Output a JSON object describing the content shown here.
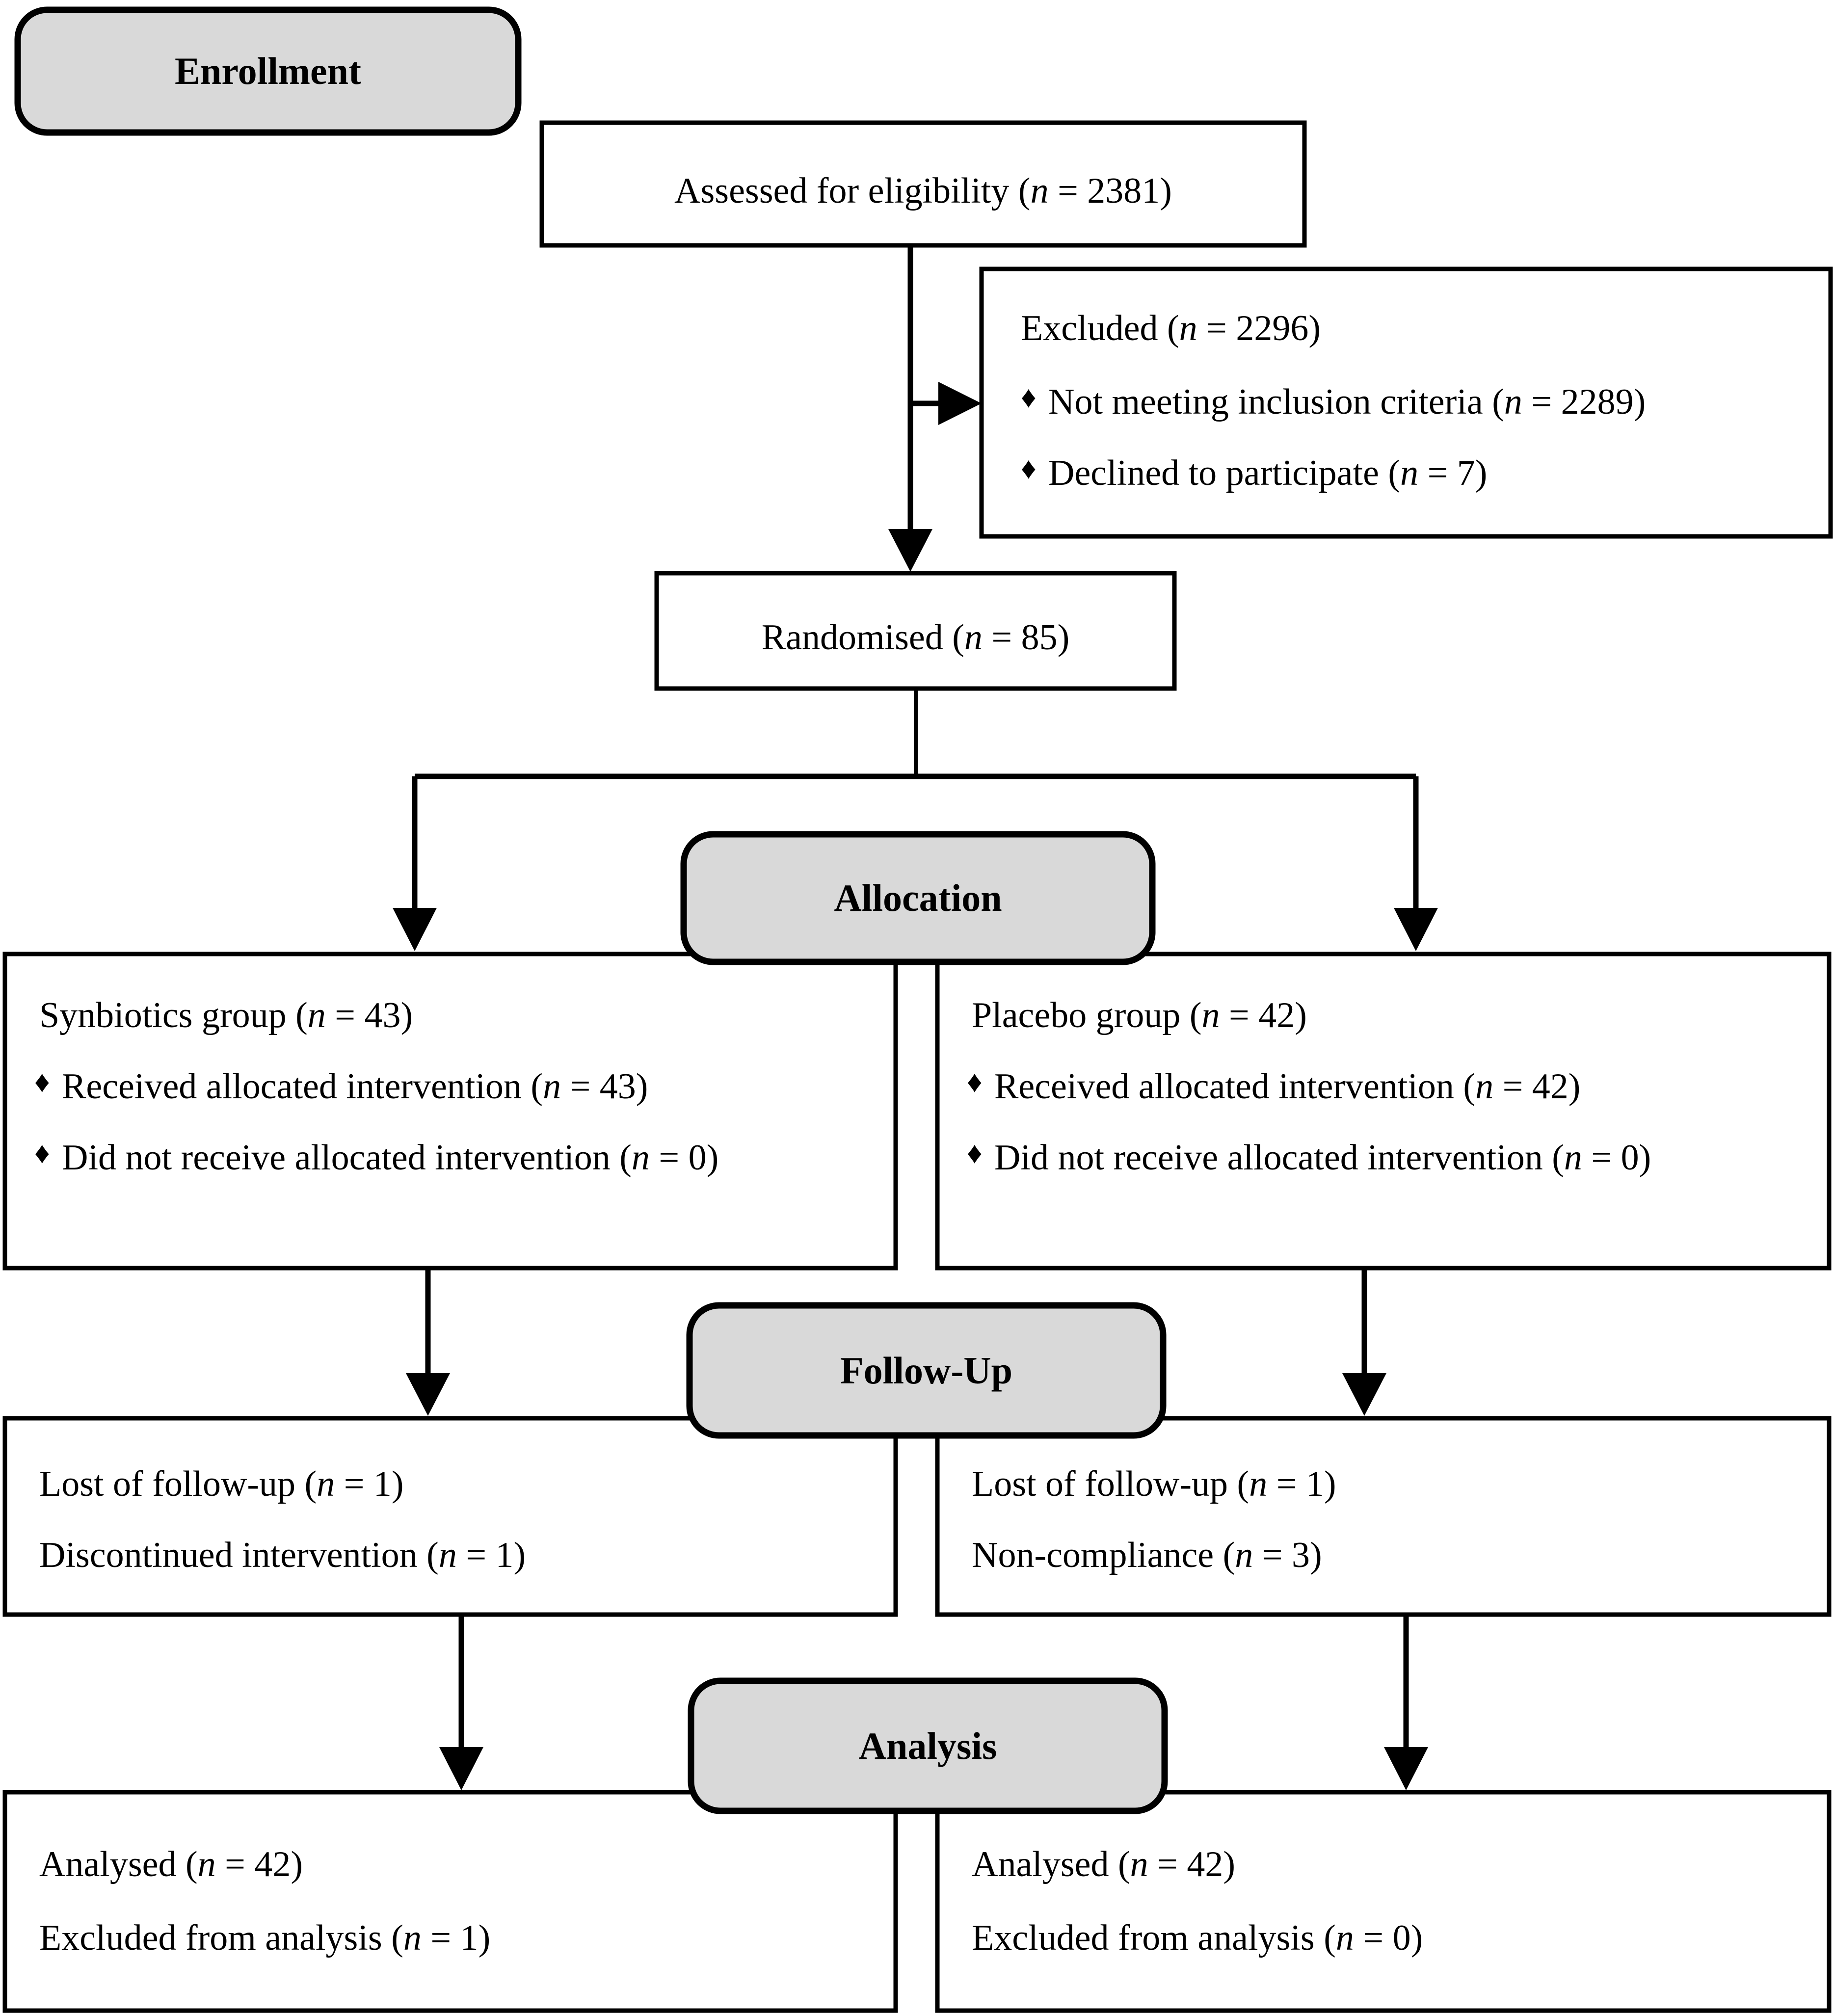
{
  "diagram": {
    "title": "CONSORT participant flow diagram",
    "colors": {
      "stage_fill": "#d9d9d9",
      "box_fill": "#ffffff",
      "stroke": "#000000"
    },
    "bullet_glyph": "♦"
  },
  "stages": {
    "enrollment": "Enrollment",
    "allocation": "Allocation",
    "followup": "Follow-Up",
    "analysis": "Analysis"
  },
  "enrollment": {
    "assessed": {
      "pre": "Assessed for eligibility (",
      "var": "n",
      "post": " = 2381)",
      "n": 2381
    },
    "excluded": {
      "heading_pre": "Excluded (",
      "heading_var": "n",
      "heading_post": " = 2296)",
      "n": 2296,
      "items": [
        {
          "pre": "Not meeting inclusion criteria (",
          "var": "n",
          "post": " = 2289)",
          "n": 2289
        },
        {
          "pre": "Declined to participate (",
          "var": "n",
          "post": " = 7)",
          "n": 7
        }
      ]
    },
    "randomised": {
      "pre": "Randomised (",
      "var": "n",
      "post": " = 85)",
      "n": 85
    }
  },
  "allocation": {
    "left": {
      "heading_pre": "Synbiotics group (",
      "heading_var": "n",
      "heading_post": " = 43)",
      "n": 43,
      "items": [
        {
          "pre": "Received allocated intervention (",
          "var": "n",
          "post": " = 43)",
          "n": 43
        },
        {
          "pre": "Did not receive allocated intervention (",
          "var": "n",
          "post": " = 0)",
          "n": 0
        }
      ]
    },
    "right": {
      "heading_pre": "Placebo group (",
      "heading_var": "n",
      "heading_post": " = 42)",
      "n": 42,
      "items": [
        {
          "pre": "Received allocated intervention (",
          "var": "n",
          "post": " = 42)",
          "n": 42
        },
        {
          "pre": "Did not receive allocated intervention (",
          "var": "n",
          "post": " = 0)",
          "n": 0
        }
      ]
    }
  },
  "followup": {
    "left": {
      "lines": [
        {
          "pre": "Lost of follow-up (",
          "var": "n",
          "post": " = 1)",
          "n": 1
        },
        {
          "pre": "Discontinued intervention (",
          "var": "n",
          "post": " = 1)",
          "n": 1
        }
      ]
    },
    "right": {
      "lines": [
        {
          "pre": "Lost of follow-up (",
          "var": "n",
          "post": " = 1)",
          "n": 1
        },
        {
          "pre": "Non-compliance (",
          "var": "n",
          "post": " = 3)",
          "n": 3
        }
      ]
    }
  },
  "analysis": {
    "left": {
      "lines": [
        {
          "pre": "Analysed (",
          "var": "n",
          "post": " = 42)",
          "n": 42
        },
        {
          "pre": "Excluded from analysis (",
          "var": "n",
          "post": " = 1)",
          "n": 1
        }
      ]
    },
    "right": {
      "lines": [
        {
          "pre": "Analysed (",
          "var": "n",
          "post": " = 42)",
          "n": 42
        },
        {
          "pre": "Excluded from analysis (",
          "var": "n",
          "post": " = 0)",
          "n": 0
        }
      ]
    }
  }
}
